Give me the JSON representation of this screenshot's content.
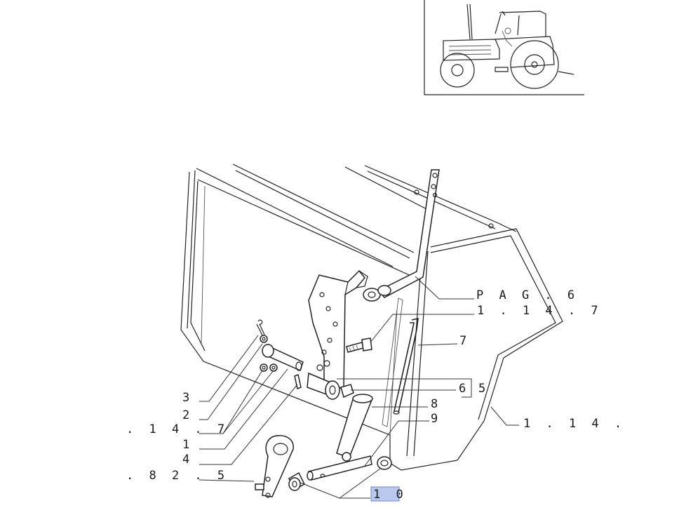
{
  "callouts": {
    "c3": "3",
    "c2": "2",
    "c147_left": ". 1 4 . 7",
    "c1": "1",
    "c4": "4",
    "c825": ". 8 2 . 5",
    "pag6": "P A G . 6",
    "c147_right": "1 . 1 4 . 7",
    "c7": "7",
    "c6": "6",
    "c5": "5",
    "c8": "8",
    "c9": "9",
    "c114": "1 . 1 4 .",
    "c10": "1 0"
  },
  "colors": {
    "line": "#222222",
    "highlight": "#b9c9ee"
  }
}
